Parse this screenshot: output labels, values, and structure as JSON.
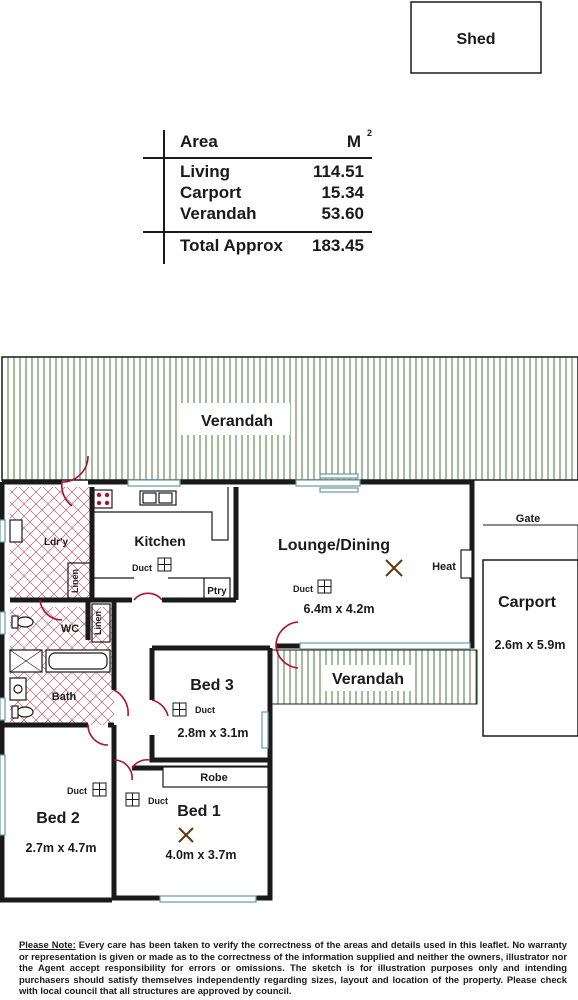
{
  "area_table": {
    "header_label": "Area",
    "header_unit": "M",
    "header_unit_sup": "2",
    "rows": [
      {
        "label": "Living",
        "value": "114.51"
      },
      {
        "label": "Carport",
        "value": "15.34"
      },
      {
        "label": "Verandah",
        "value": "53.60"
      }
    ],
    "total": {
      "label": "Total Approx",
      "value": "183.45"
    }
  },
  "rooms": {
    "shed": "Shed",
    "verandah_top": "Verandah",
    "verandah_bottom": "Verandah",
    "kitchen": "Kitchen",
    "laundry": "Ldr'y",
    "linen_1": "Linen",
    "linen_2": "Linen",
    "wc": "WC",
    "bath": "Bath",
    "pantry": "Ptry",
    "lounge_dining": "Lounge/Dining",
    "lounge_dining_size": "6.4m x 4.2m",
    "heat": "Heat",
    "gate": "Gate",
    "carport": "Carport",
    "carport_size": "2.6m x 5.9m",
    "bed3": "Bed 3",
    "bed3_size": "2.8m x 3.1m",
    "robe": "Robe",
    "bed1": "Bed 1",
    "bed1_size": "4.0m x 3.7m",
    "bed2": "Bed 2",
    "bed2_size": "2.7m x 4.7m",
    "duct": "Duct"
  },
  "note": {
    "heading": "Please Note:",
    "text": "Every care has been taken to verify the correctness of the areas and details used in this leaflet. No warranty or representation is given or made as to the correctness of the information supplied and neither the owners, illustrator nor the Agent accept responsibility for errors or omissions. The sketch is for illustration purposes only and intending purchasers should satisfy themselves independently regarding sizes, layout and location of the property. Please check with local council that all structures are approved by council."
  },
  "colors": {
    "wall": "#1a1a1a",
    "verandah_hatch": "#4a7a3a",
    "wet_area_hatch": "#c04050",
    "door_arc": "#b01030",
    "window": "#6a9a9a"
  }
}
